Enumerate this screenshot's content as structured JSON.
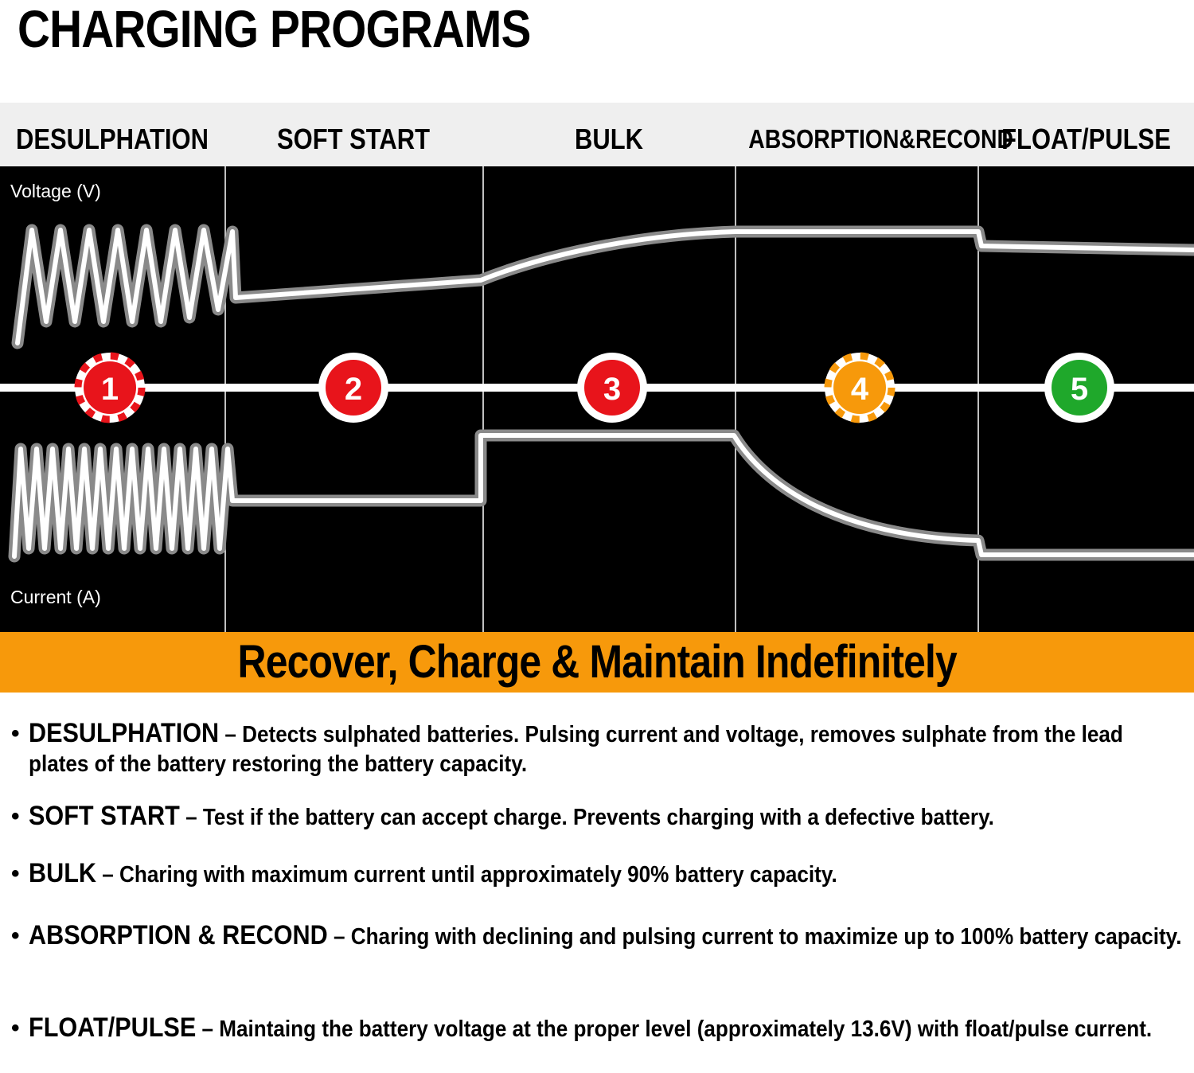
{
  "title": "CHARGING PROGRAMS",
  "stages": [
    {
      "number": "1",
      "name": "DESULPHATION",
      "color": "#e8141b"
    },
    {
      "number": "2",
      "name": "SOFT START",
      "color": "#e8141b"
    },
    {
      "number": "3",
      "name": "BULK",
      "color": "#e8141b"
    },
    {
      "number": "4",
      "name": "ABSORPTION&RECOND",
      "color": "#f7990b"
    },
    {
      "number": "5",
      "name": "FLOAT/PULSE",
      "color": "#1fa82b"
    }
  ],
  "axes": {
    "voltage": "Voltage (V)",
    "current": "Current (A)"
  },
  "banner": "Recover, Charge & Maintain Indefinitely",
  "descriptions": [
    {
      "term": "DESULPHATION",
      "text": "Detects sulphated batteries. Pulsing current and voltage, removes sulphate from the lead plates of the battery restoring the battery capacity."
    },
    {
      "term": "SOFT START",
      "text": "Test if the battery can accept charge. Prevents charging with a defective battery."
    },
    {
      "term": "BULK",
      "text": "Charing with maximum current until approximately 90% battery capacity."
    },
    {
      "term": "ABSORPTION & RECOND",
      "text": "Charing with declining and pulsing current to maximize up to 100% battery capacity."
    },
    {
      "term": "FLOAT/PULSE",
      "text": "Maintaing the battery voltage at the proper level (approximately 13.6V) with float/pulse current."
    }
  ],
  "dash": "–",
  "bullet": "•",
  "colors": {
    "banner": "#f7990b",
    "header_band": "#efefef",
    "diagram_bg": "#000000"
  }
}
